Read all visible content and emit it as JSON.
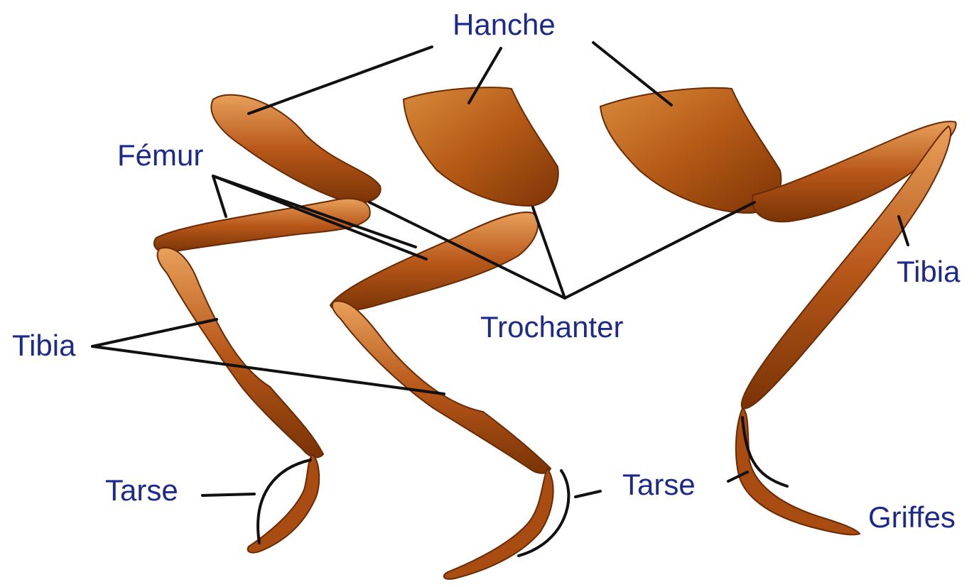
{
  "labels": {
    "hanche": "Hanche",
    "femur": "Fémur",
    "trochanter": "Trochanter",
    "tibia_left": "Tibia",
    "tibia_right": "Tibia",
    "tarse_left": "Tarse",
    "tarse_right": "Tarse",
    "griffes": "Griffes"
  },
  "colors": {
    "label": "#1c2a8c",
    "line": "#111111",
    "leg_dark": "#8a3a08",
    "leg_mid": "#b8581a",
    "leg_light": "#e09048"
  }
}
